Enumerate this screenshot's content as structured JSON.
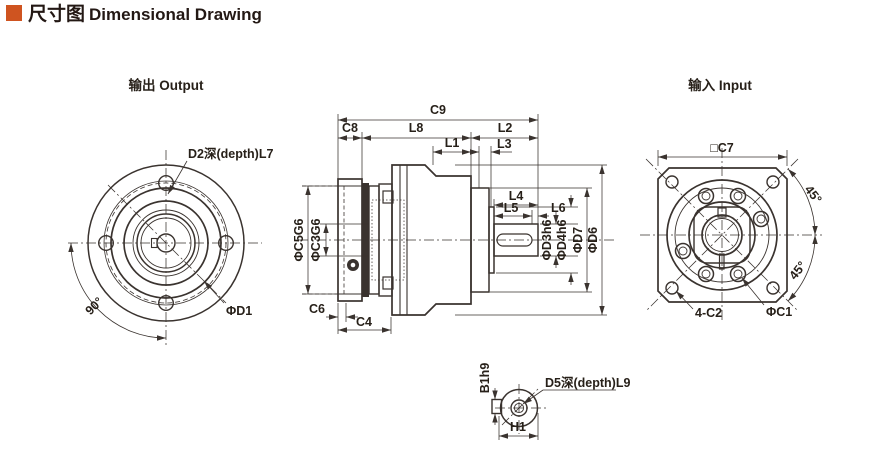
{
  "title": {
    "cn": "尺寸图",
    "en": "Dimensional Drawing"
  },
  "colors": {
    "accent": "#cf5420",
    "line": "#3a332f",
    "text": "#272019"
  },
  "views": {
    "output": {
      "label": "输出 Output",
      "dims": {
        "hole": "D2深(depth)L7",
        "dia": "ΦD1",
        "angle": "90°"
      }
    },
    "side": {
      "dims": {
        "c9": "C9",
        "c8": "C8",
        "l8": "L8",
        "l2": "L2",
        "l1": "L1",
        "l3": "L3",
        "l4": "L4",
        "l5": "L5",
        "l6": "L6",
        "c6": "C6",
        "c4": "C4",
        "c5g6": "ΦC5G6",
        "c3g6": "ΦC3G6",
        "d3h6": "ΦD3h6",
        "d4h6": "ΦD4h6",
        "d7": "ΦD7",
        "d6": "ΦD6"
      }
    },
    "input": {
      "label": "输入 Input",
      "dims": {
        "c7": "□C7",
        "angle_top": "45°",
        "angle_bottom": "45°",
        "holes": "4-C2",
        "dia": "ΦC1"
      }
    },
    "shaft_section": {
      "dims": {
        "key_width": "B1h9",
        "hole": "D5深(depth)L9",
        "width": "H1"
      }
    }
  }
}
